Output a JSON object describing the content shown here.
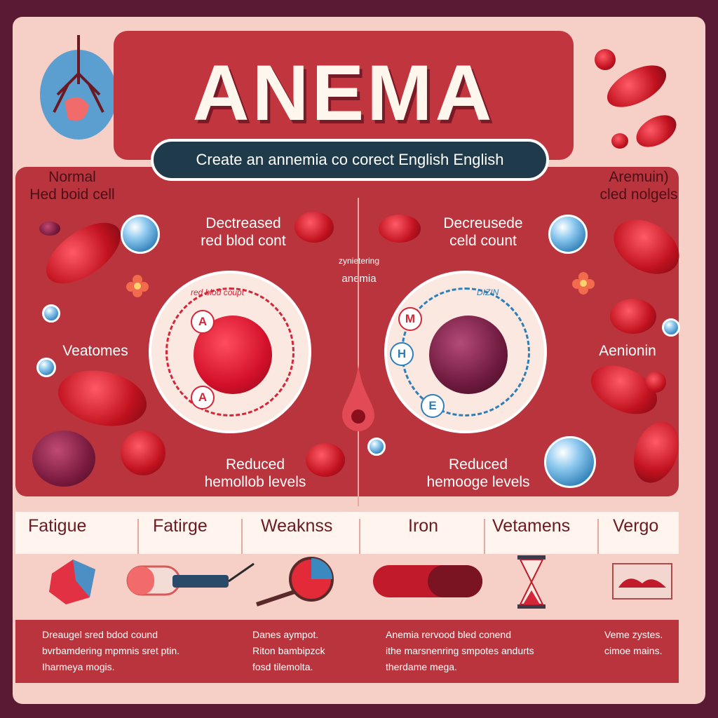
{
  "title": "ANEMA",
  "subtitle": "Create an annemia co corect English English",
  "labels": {
    "normal_line1": "Normal",
    "normal_line2": "Hed boid cell",
    "top_right_line1": "Aremuin)",
    "top_right_line2": "cled nolgels",
    "decreased_left_line1": "Dectreased",
    "decreased_left_line2": "red blod cont",
    "decreased_right_line1": "Decreusede",
    "decreased_right_line2": "celd count",
    "center_line1": "zynietering",
    "center_line2": "anemia",
    "vitamins_left": "Veatomes",
    "right_mid": "Aenionin",
    "reduced_left_line1": "Reduced",
    "reduced_left_line2": "hemollob levels",
    "reduced_right_line1": "Reduced",
    "reduced_right_line2": "hemooge levels"
  },
  "diagram_left": {
    "arc_text": "red blod coupt",
    "badge_top": "A",
    "badge_bottom": "A"
  },
  "diagram_right": {
    "arc_text": "DIZIN",
    "badge_top": "M",
    "badge_mid": "H",
    "badge_bottom": "E"
  },
  "bottom_columns": [
    "Fatigue",
    "Fatirge",
    "Weaknss",
    "Iron",
    "Vetamens",
    "Vergo"
  ],
  "notes": {
    "note1": [
      "Dreaugel sred bdod cound",
      "bvrbamdering mpmnis sret ptin.",
      "Iharmeya mogis."
    ],
    "note2": [
      "Danes aympot.",
      "Riton bambipzck",
      "fosd tilemolta."
    ],
    "note3": [
      "Anemia rervood bled conend",
      "ithe marsnenring smpotes andurts",
      "therdame mega."
    ],
    "note4": [
      "Veme zystes.",
      "cimoe mains."
    ]
  },
  "icons": [
    "lung-icon",
    "blood-cell-icon",
    "flower-icon",
    "pill-syringe-icon",
    "magnifier-icon",
    "capsule-icon",
    "hourglass-icon",
    "tissue-sample-icon",
    "blood-drop-icon"
  ],
  "colors": {
    "background": "#5a1a33",
    "poster": "#f6cfc6",
    "panel": "#b9343c",
    "accent_blue": "#2e7fb8",
    "cell_red": "#c1121f",
    "cell_plum": "#7a1a3e"
  }
}
